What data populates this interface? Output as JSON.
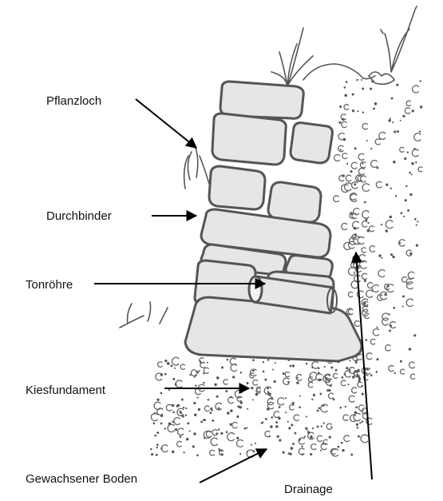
{
  "labels": {
    "pflanzloch": "Pflanzloch",
    "durchbinder": "Durchbinder",
    "tonroehre": "Tonröhre",
    "kiesfundament": "Kiesfundament",
    "gewachsener_boden": "Gewachsener Boden",
    "drainage": "Drainage"
  }
}
